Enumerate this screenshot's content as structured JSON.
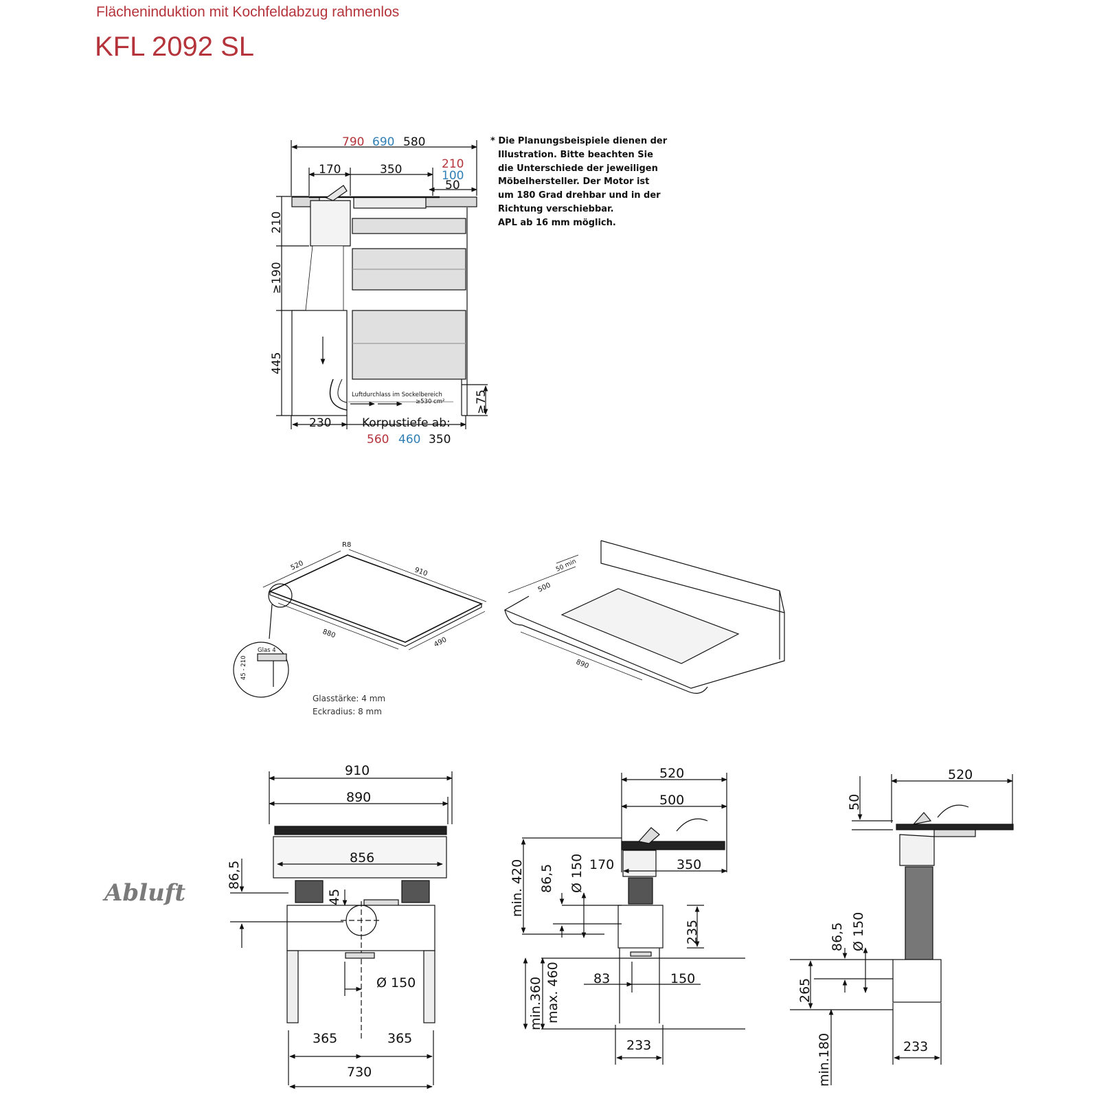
{
  "header": {
    "subtitle": "Flächeninduktion mit Kochfeldabzug rahmenlos",
    "title": "KFL 2092 SL"
  },
  "note": {
    "lines": [
      "* Die Planungsbeispiele dienen der",
      "Illustration. Bitte beachten Sie",
      "die Unterschiede der jeweiligen",
      "Möbelhersteller. Der Motor ist",
      "um 180 Grad drehbar und in der",
      "Richtung verschiebbar.",
      "APL ab 16 mm möglich."
    ]
  },
  "planning": {
    "width_a": "790",
    "width_b": "690",
    "width_c": "580",
    "d170": "170",
    "d350": "350",
    "r210": "210",
    "r100": "100",
    "r50": "50",
    "h210": "210",
    "h190": "≥190",
    "h445": "445",
    "h75": "≥75",
    "d230": "230",
    "korpus": "Korpustiefe ab:",
    "k_a": "560",
    "k_b": "460",
    "k_c": "350",
    "luft1": "Luftdurchlass im Sockelbereich",
    "luft2": "≥530 cm²"
  },
  "perspective": {
    "r8": "R8",
    "d520": "520",
    "d910": "910",
    "d880": "880",
    "d490": "490",
    "glas": "Glas 4",
    "range": "45 - 210",
    "d50min": "50 min",
    "d500": "500",
    "d890": "890",
    "glass_thickness": "Glasstärke: 4 mm",
    "corner_radius": "Eckradius: 8 mm"
  },
  "abluft": {
    "label": "Abluft",
    "front": {
      "d910": "910",
      "d890": "890",
      "d856": "856",
      "d865": "86,5",
      "d45": "45",
      "d150": "Ø 150",
      "d365a": "365",
      "d365b": "365",
      "d730": "730"
    },
    "side": {
      "d520": "520",
      "d500": "500",
      "d170": "170",
      "d350": "350",
      "min420": "min. 420",
      "d865": "86,5",
      "d150": "Ø 150",
      "d235": "235",
      "d83": "83",
      "d150b": "150",
      "min360": "min.360",
      "max460": "max. 460",
      "d233": "233"
    },
    "rear": {
      "d50": "50",
      "d520": "520",
      "d865": "86,5",
      "d150": "Ø 150",
      "d265": "265",
      "min180": "min.180",
      "d233": "233"
    }
  }
}
